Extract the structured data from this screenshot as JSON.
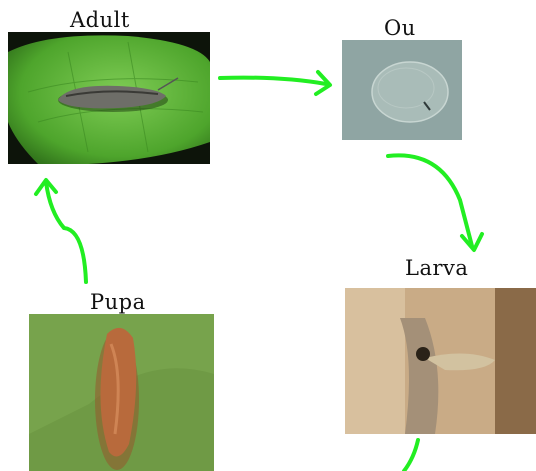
{
  "stages": {
    "adult": {
      "label": "Adult"
    },
    "egg": {
      "label": "Ou"
    },
    "larva": {
      "label": "Larva"
    },
    "pupa": {
      "label": "Pupa"
    }
  },
  "colors": {
    "arrow": "#22ee22",
    "leaf": "#5fb83a",
    "egg_bg": "#8fa5a3",
    "larva_bg": "#c9ab86",
    "pupa_bg": "#6f9a45",
    "pupa_body": "#b86a3c"
  }
}
